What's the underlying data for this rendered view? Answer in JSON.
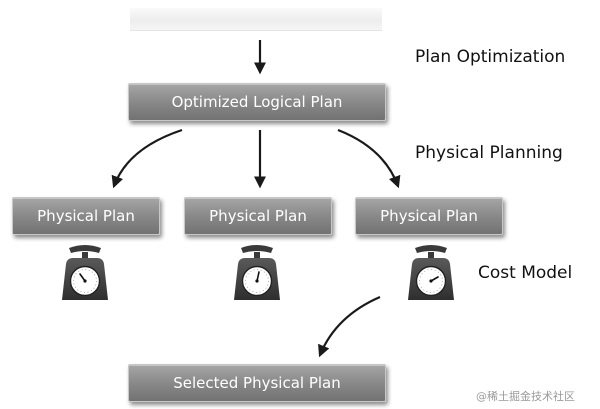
{
  "boxes": {
    "logical_plan": "Optimized Logical Plan",
    "physical_plans": [
      "Physical Plan",
      "Physical Plan",
      "Physical Plan"
    ],
    "selected_plan": "Selected Physical Plan"
  },
  "stages": {
    "plan_optimization": "Plan Optimization",
    "physical_planning": "Physical Planning",
    "cost_model": "Cost Model"
  },
  "icons": [
    "scale-icon",
    "scale-icon",
    "scale-icon"
  ],
  "watermark": "@稀土掘金技术社区"
}
